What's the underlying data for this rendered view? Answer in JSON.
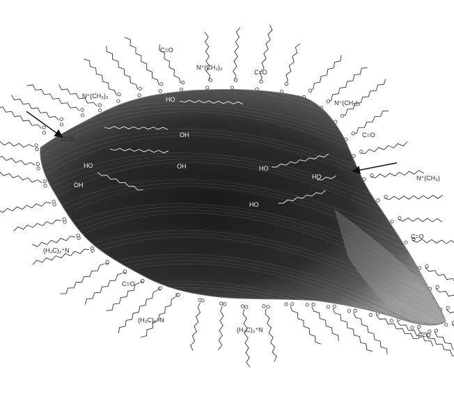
{
  "colors": {
    "particle_dark": "#1d1d1d",
    "particle_mid": "#5a5a5a",
    "particle_light": "#a8a8a8",
    "chain_on_particle": "#f2f2f2",
    "chain_outside": "#303030",
    "background": "#ffffff"
  },
  "icons": {
    "left_arrow": "arrow-icon",
    "right_arrow": "arrow-icon"
  },
  "labels": {
    "quat_left_upper": "N⁺(CH₃)₃",
    "quat_top_center": "N⁺(CH₃)₃",
    "quat_right_upper": "N⁺(CH₃)₃",
    "quat_right_mid": "N⁺(CH₃)",
    "quat_left_lower": "(H₃C)₃⁺N",
    "quat_bottom_left": "(H₃C)₃⁺N",
    "quat_bottom_center": "(H₃C)₃⁺N",
    "acid_top": "HO",
    "acid_mid_oh1": "OH",
    "acid_mid_oh2": "OH",
    "acid_left": "HO",
    "acid_left_oh": "OH",
    "acid_right1": "HO",
    "acid_right2": "HO",
    "acid_right3": "HO",
    "carbonyl_generic": "C=O",
    "carbonyl_top": "C=O",
    "carbonyl_right": "C=O",
    "carbonyl_right_low": "C=O",
    "carbonyl_bottom": "C=O",
    "carbonyl_far_right": "C=O",
    "carbonyl_center_top": "C=O"
  }
}
